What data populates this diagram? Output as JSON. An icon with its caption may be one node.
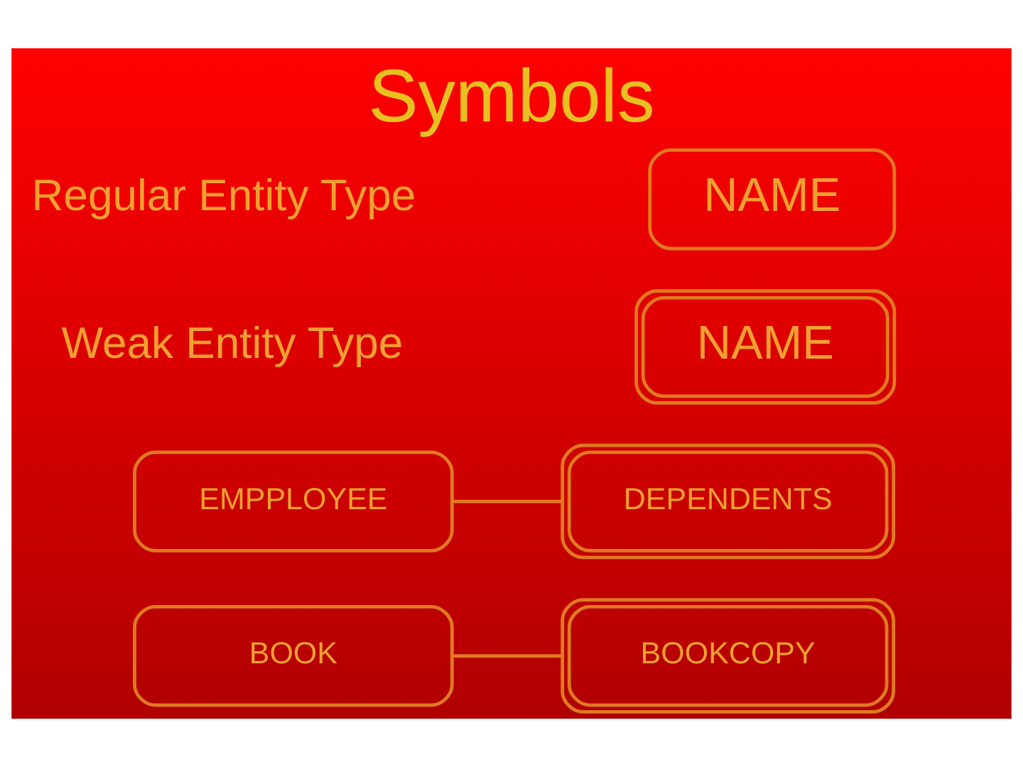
{
  "diagram": {
    "title": "Symbols",
    "nodes": [
      {
        "text": [
          "NAME"
        ]
      },
      {
        "text": [
          "NAME"
        ]
      },
      {
        "text": [
          "EMPPLOYEE"
        ]
      },
      {
        "text": [
          "DEPENDENTS"
        ]
      },
      {
        "text": [
          "BOOK"
        ]
      },
      {
        "text": [
          "BOOKCOPY"
        ]
      }
    ],
    "edges": [
      {
        "from": 2,
        "to": 3,
        "arrow": "none"
      },
      {
        "from": 4,
        "to": 5,
        "arrow": "none"
      }
    ],
    "labels": [
      "Regular Entity Type",
      "Weak Entity Type"
    ]
  }
}
